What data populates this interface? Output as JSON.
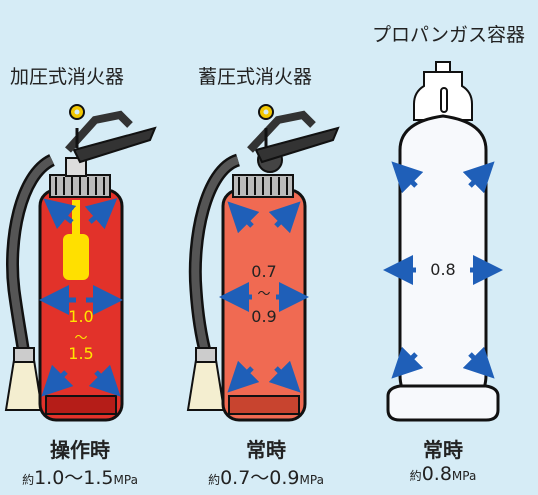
{
  "titles": {
    "pressurized": "加圧式消火器",
    "stored": "蓄圧式消火器",
    "propane": "プロパンガス容器"
  },
  "states": {
    "pressurized": "操作時",
    "stored": "常時",
    "propane": "常時"
  },
  "pressures": {
    "pressurized": {
      "prefix": "約",
      "value": "1.0〜1.5",
      "unit": "MPa"
    },
    "stored": {
      "prefix": "約",
      "value": "0.7〜0.9",
      "unit": "MPa"
    },
    "propane": {
      "prefix": "約",
      "value": "0.8",
      "unit": "MPa"
    }
  },
  "inner_labels": {
    "pressurized": {
      "low": "1.0",
      "sep": "〜",
      "high": "1.5"
    },
    "stored": {
      "low": "0.7",
      "sep": "〜",
      "high": "0.9"
    },
    "propane": {
      "value": "0.8"
    }
  },
  "colors": {
    "background": "#d6ecf6",
    "extinguisher_red": "#e2322a",
    "stored_body": "#f06a52",
    "pressure_arrow": "#1f5fb8",
    "gas_cartridge": "#ffe000",
    "label_yellow": "#ffe600"
  }
}
